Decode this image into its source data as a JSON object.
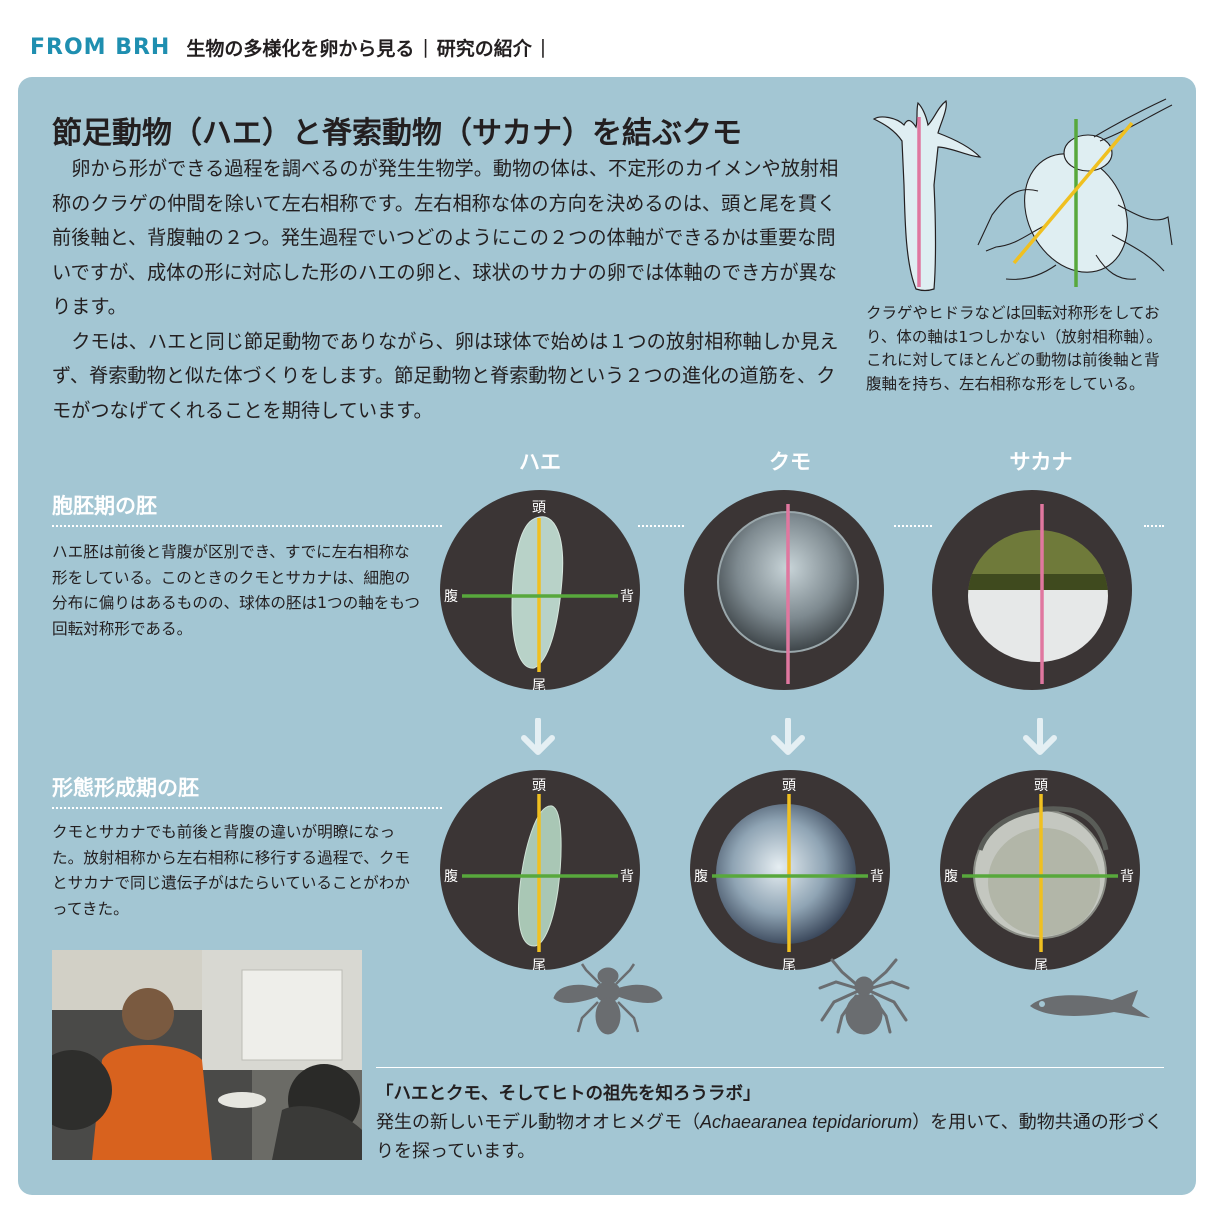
{
  "header": {
    "brand": "FROM BRH",
    "series": "生物の多様化を卵から見る",
    "separator": "|",
    "section": "研究の紹介"
  },
  "article": {
    "title": "節足動物（ハエ）と脊索動物（サカナ）を結ぶクモ",
    "paragraph1": "卵から形ができる過程を調べるのが発生生物学。動物の体は、不定形のカイメンや放射相称のクラゲの仲間を除いて左右相称です。左右相称な体の方向を決めるのは、頭と尾を貫く前後軸と、背腹軸の２つ。発生過程でいつどのようにこの２つの体軸ができるかは重要な問いですが、成体の形に対応した形のハエの卵と、球状のサカナの卵では体軸のでき方が異なります。",
    "paragraph2": "クモは、ハエと同じ節足動物でありながら、卵は球体で始めは１つの放射相称軸しか見えず、脊索動物と似た体づくりをします。節足動物と脊索動物という２つの進化の道筋を、クモがつなげてくれることを期待しています。",
    "illustration_caption": "クラゲやヒドラなどは回転対称形をしており、体の軸は1つしかない（放射相称軸）。これに対してほとんどの動物は前後軸と背腹軸を持ち、左右相称な形をしている。"
  },
  "columns": [
    "ハエ",
    "クモ",
    "サカナ"
  ],
  "axis_labels": {
    "head": "頭",
    "tail": "尾",
    "ventral": "腹",
    "dorsal": "背"
  },
  "stage1": {
    "heading": "胞胚期の胚",
    "text": "ハエ胚は前後と背腹が区別でき、すでに左右相称な形をしている。このときのクモとサカナは、細胞の分布に偏りはあるものの、球体の胚は1つの軸をもつ回転対称形である。"
  },
  "stage2": {
    "heading": "形態形成期の胚",
    "text": "クモとサカナでも前後と背腹の違いが明瞭になった。放射相称から左右相称に移行する過程で、クモとサカナで同じ遺伝子がはたらいていることがわかってきた。"
  },
  "lab": {
    "name": "「ハエとクモ、そしてヒトの祖先を知ろうラボ」",
    "desc_before": "発生の新しいモデル動物オオヒメグモ（",
    "desc_species": "Achaearanea tepidariorum",
    "desc_after": "）を用いて、動物共通の形づくりを探っています。"
  },
  "icons": [
    "fly-icon",
    "spider-icon",
    "fish-icon",
    "arrow-down-icon"
  ],
  "colors": {
    "panel": "#a3c6d3",
    "brand": "#1f8fb0",
    "axis_yellow": "#f0c020",
    "axis_green": "#58a83c",
    "axis_pink": "#e0779f",
    "circle_bg": "#3b3535",
    "silhouette": "#6a6d70"
  }
}
